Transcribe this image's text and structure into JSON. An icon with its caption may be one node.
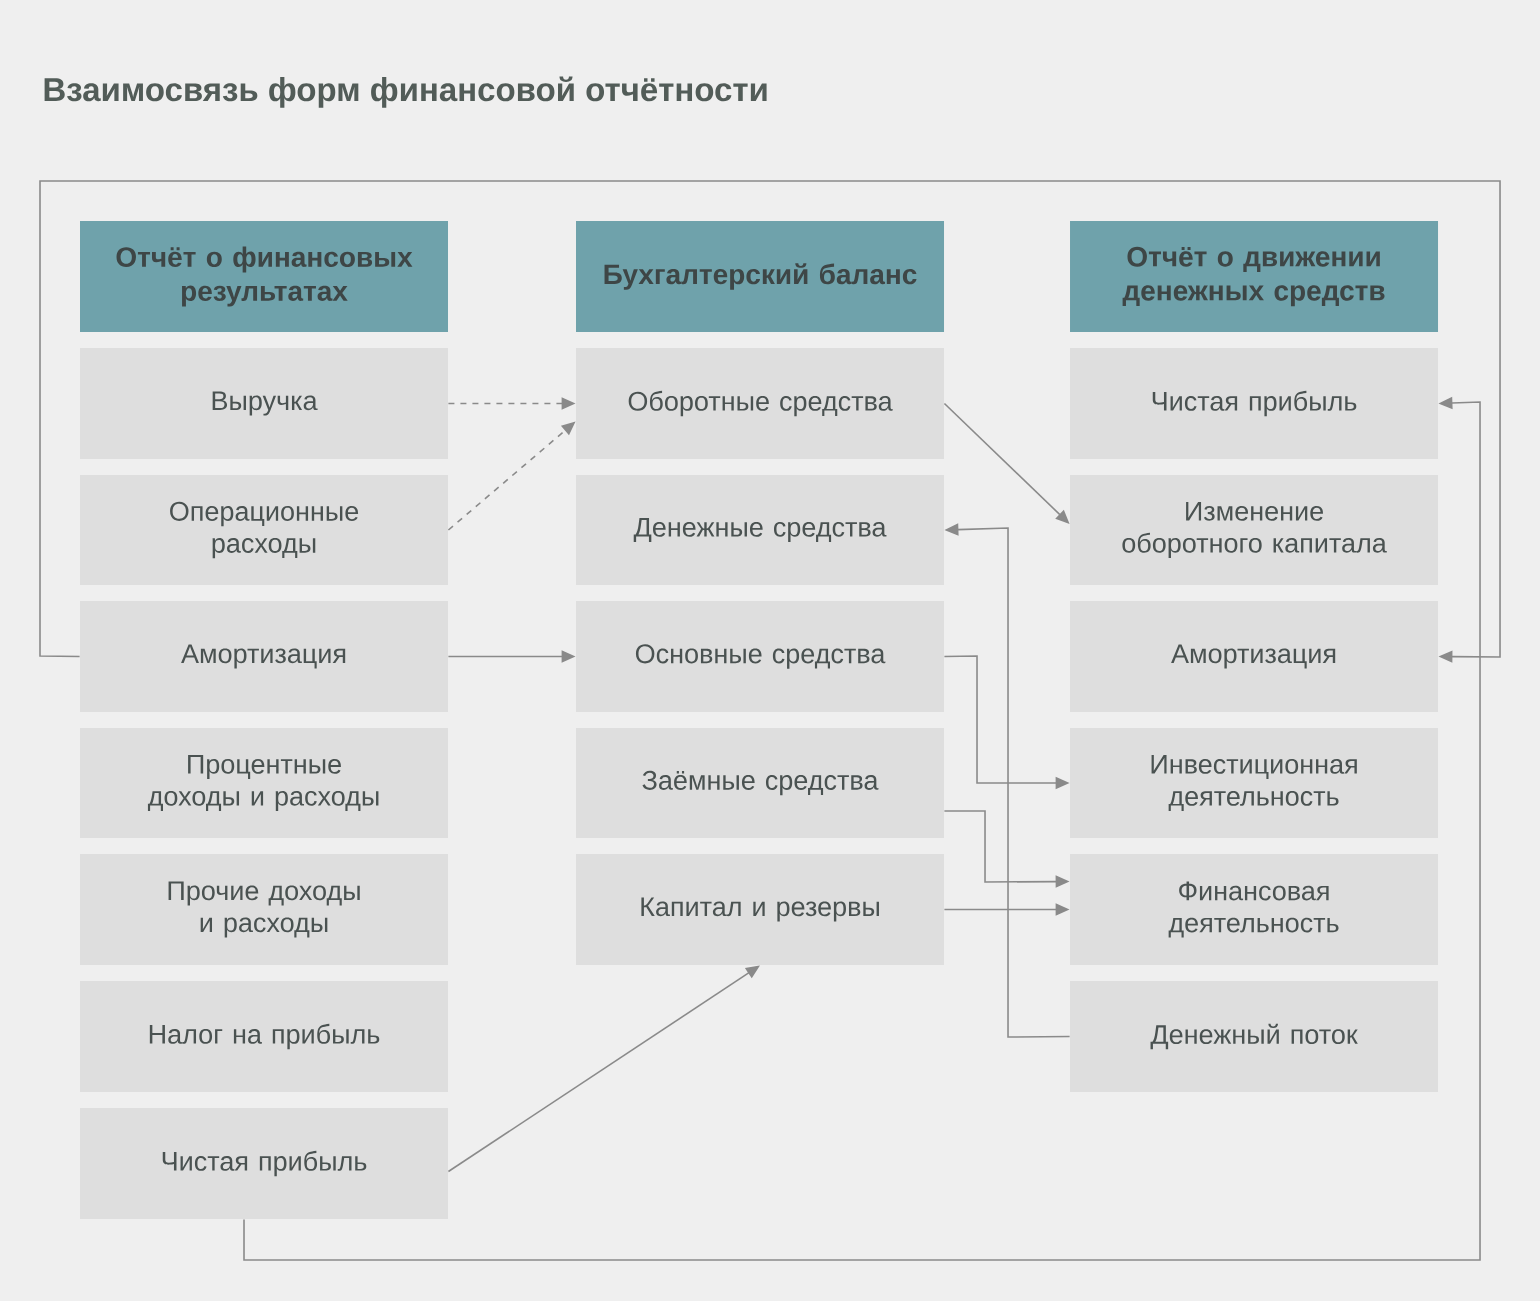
{
  "diagram": {
    "title": "Взаимосвязь форм финансовой отчётности",
    "nodes": [
      {
        "text": [
          "Отчёт о финансовых результатах"
        ]
      },
      {
        "text": [
          "Выручка"
        ]
      },
      {
        "text": [
          "Операционные расходы"
        ]
      },
      {
        "text": [
          "Амортизация"
        ]
      },
      {
        "text": [
          "Процентные доходы и расходы"
        ]
      },
      {
        "text": [
          "Прочие доходы и расходы"
        ]
      },
      {
        "text": [
          "Налог на прибыль"
        ]
      },
      {
        "text": [
          "Чистая прибыль"
        ]
      },
      {
        "text": [
          "Бухгалтерский баланс"
        ]
      },
      {
        "text": [
          "Оборотные средства"
        ]
      },
      {
        "text": [
          "Денежные средства"
        ]
      },
      {
        "text": [
          "Основные средства"
        ]
      },
      {
        "text": [
          "Заёмные средства"
        ]
      },
      {
        "text": [
          "Капитал и резервы"
        ]
      },
      {
        "text": [
          "Отчёт о движении денежных средств"
        ]
      },
      {
        "text": [
          "Чистая прибыль"
        ]
      },
      {
        "text": [
          "Изменение оборотного капитала"
        ]
      },
      {
        "text": [
          "Амортизация"
        ]
      },
      {
        "text": [
          "Инвестиционная деятельность"
        ]
      },
      {
        "text": [
          "Финансовая деятельность"
        ]
      },
      {
        "text": [
          "Денежный поток"
        ]
      }
    ],
    "edges": [
      {
        "from": 1,
        "to": 9,
        "arrow": "to",
        "style": "dashed"
      },
      {
        "from": 2,
        "to": 9,
        "arrow": "to",
        "style": "dashed"
      },
      {
        "from": 3,
        "to": 11,
        "arrow": "to"
      },
      {
        "from": 3,
        "to": 17,
        "arrow": "to"
      },
      {
        "from": 7,
        "to": 13,
        "arrow": "to"
      },
      {
        "from": 7,
        "to": 15,
        "arrow": "to"
      },
      {
        "from": 9,
        "to": 16,
        "arrow": "to"
      },
      {
        "from": 11,
        "to": 18,
        "arrow": "to"
      },
      {
        "from": 12,
        "to": 19,
        "arrow": "to"
      },
      {
        "from": 13,
        "to": 19,
        "arrow": "to"
      },
      {
        "from": 20,
        "to": 10,
        "arrow": "to"
      }
    ]
  }
}
